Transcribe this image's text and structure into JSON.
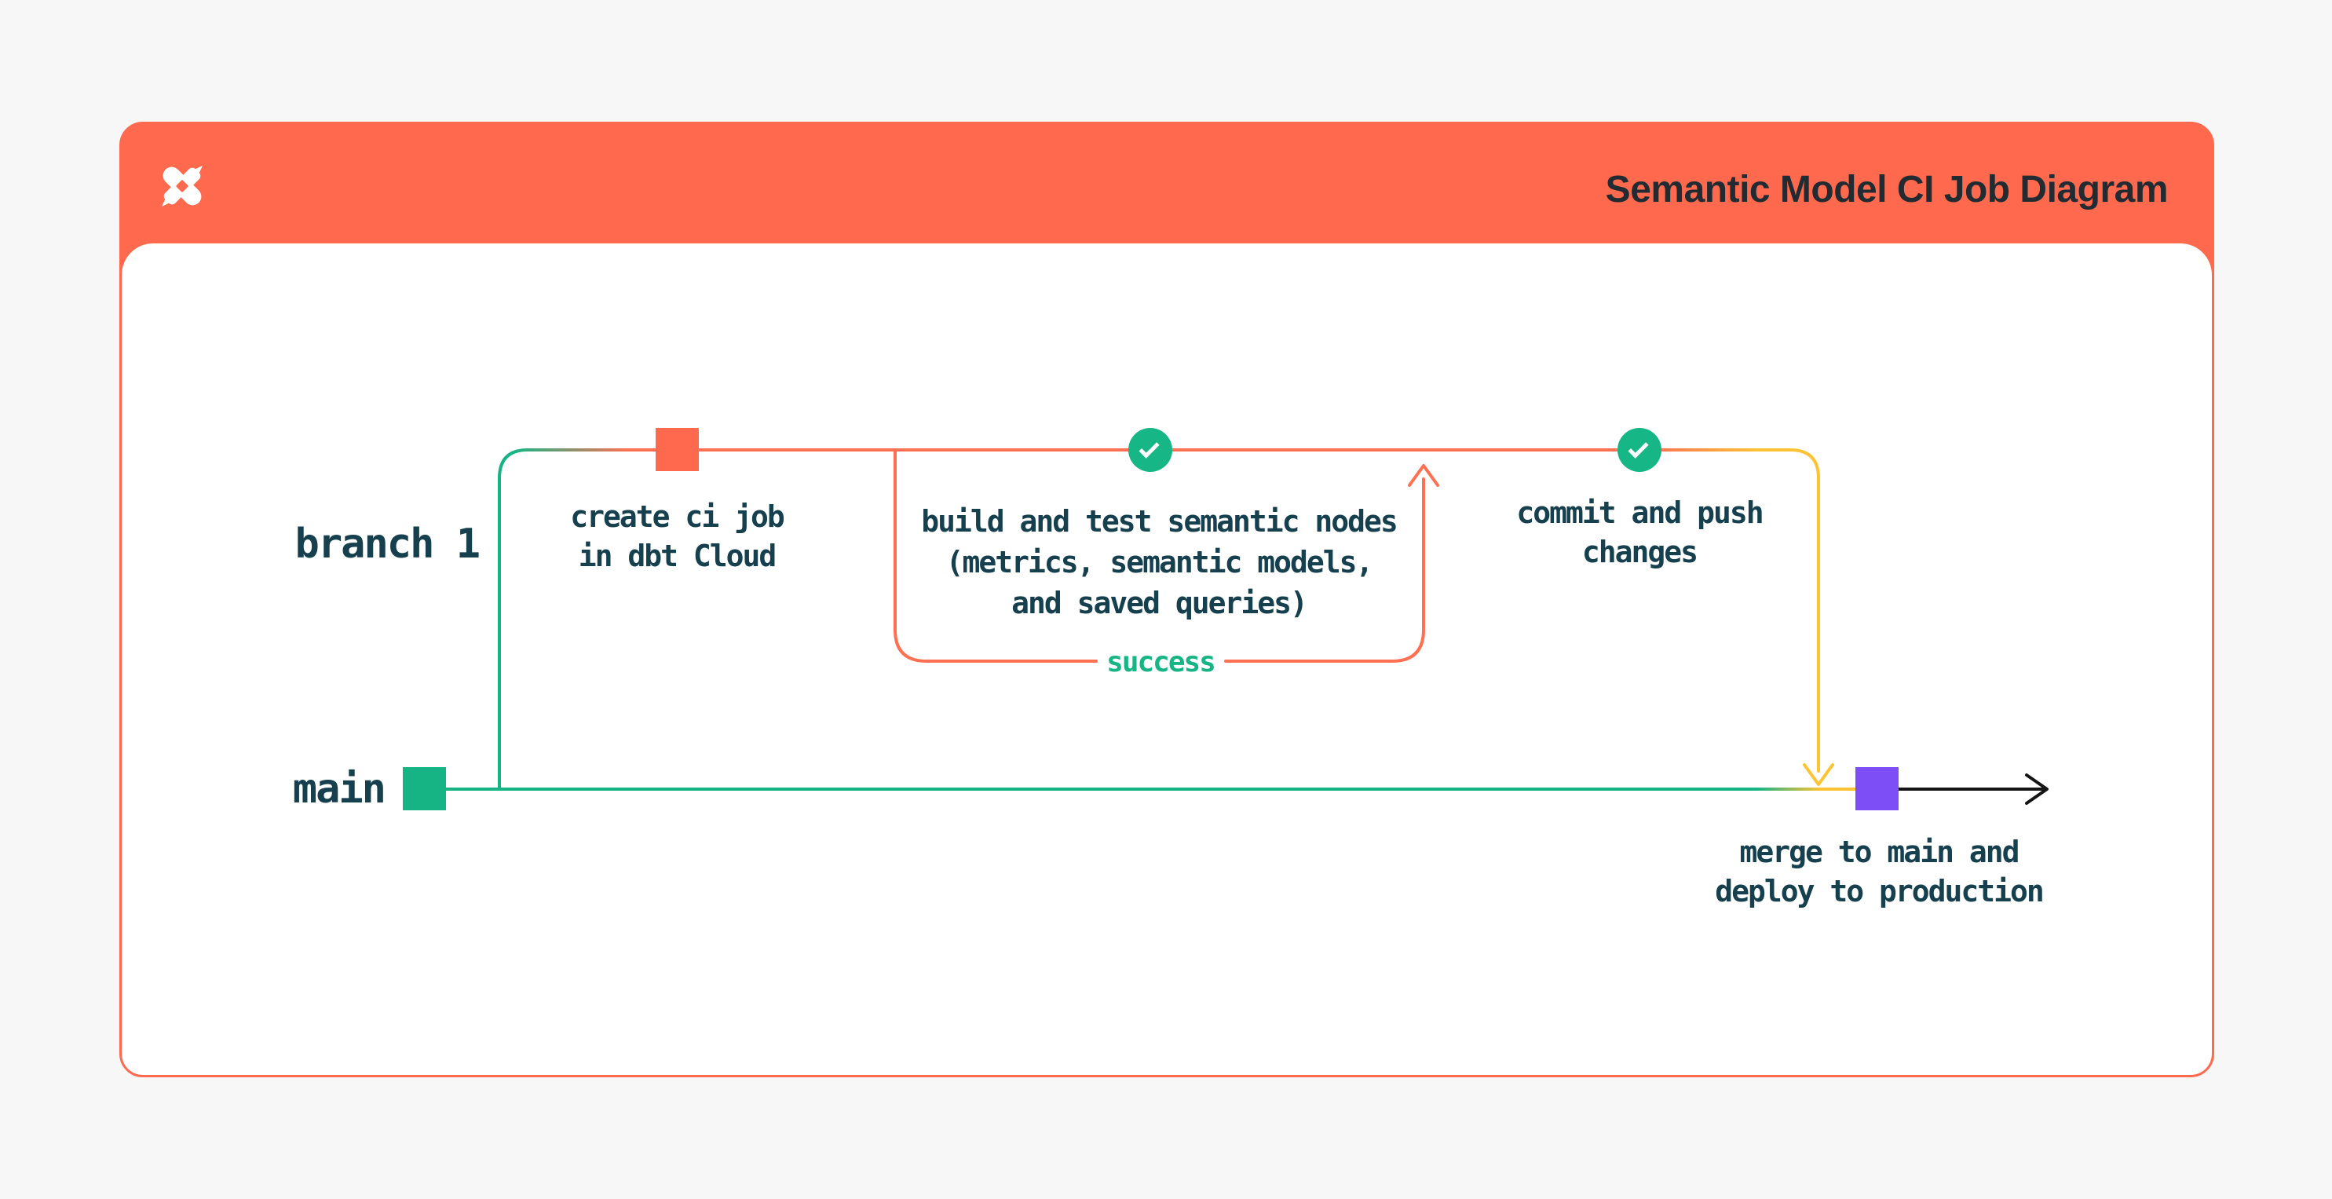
{
  "page": {
    "background": "#f7f7f8"
  },
  "header": {
    "title": "Semantic Model CI Job Diagram",
    "logo_icon": "dbt-logo",
    "bg_color": "#ff6a4e"
  },
  "lanes": {
    "branch1_label": "branch 1",
    "main_label": "main"
  },
  "nodes": {
    "create_ci": {
      "label": "create ci job\nin dbt Cloud"
    },
    "build_test": {
      "label": "build and test semantic nodes\n(metrics, semantic models,\nand saved queries)"
    },
    "success": {
      "label": "success"
    },
    "commit_push": {
      "label": "commit and push\nchanges"
    },
    "merge_deploy": {
      "label": "merge to main and\ndeploy to production"
    }
  },
  "colors": {
    "orange": "#ff6a4e",
    "line_orange": "#ff7052",
    "teal": "#16b485",
    "check_green": "#17b687",
    "yellow": "#fdc334",
    "purple": "#7d4ef5",
    "text_dark": "#17404f",
    "title_dark": "#212b31",
    "arrow_black": "#141414"
  }
}
